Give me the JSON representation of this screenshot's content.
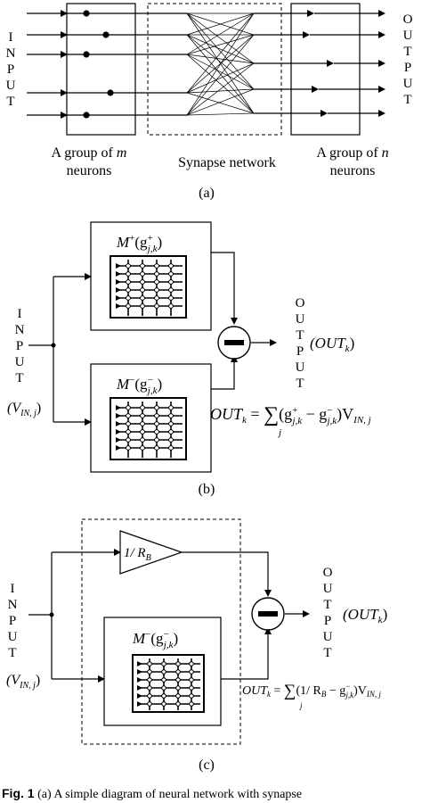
{
  "colors": {
    "line": "#000000",
    "background": "#ffffff"
  },
  "panel_a": {
    "input_letters": [
      "I",
      "N",
      "P",
      "U",
      "T"
    ],
    "output_letters": [
      "O",
      "U",
      "T",
      "P",
      "U",
      "T"
    ],
    "left_group_line1_pre": "A group of ",
    "left_group_line1_var": "m",
    "left_group_line2": "neurons",
    "middle_label": "Synapse network",
    "right_group_line1_pre": "A group of ",
    "right_group_line1_var": "n",
    "right_group_line2": "neurons",
    "label": "(a)"
  },
  "panel_b": {
    "top_box_label": "M⁺(g⁺j,k)",
    "top_box_M": "M",
    "top_box_sup": "+",
    "top_box_g": "(g",
    "top_box_g_sup": "+",
    "top_box_g_sub": "j,k",
    "top_box_close": ")",
    "bottom_box_M": "M",
    "bottom_box_sup": "−",
    "bottom_box_g": "(g",
    "bottom_box_g_sup": "−",
    "bottom_box_g_sub": "j,k",
    "bottom_box_close": ")",
    "input_letters": [
      "I",
      "N",
      "P",
      "U",
      "T"
    ],
    "input_var_open": "(V",
    "input_var_sub": "IN, j",
    "input_var_close": ")",
    "output_letters": [
      "O",
      "U",
      "T",
      "P",
      "U",
      "T"
    ],
    "output_var_open": "(OUT",
    "output_var_sub": "k",
    "output_var_close": ")",
    "equation": "OUTk = Σj (g⁺j,k − g⁻j,k) VIN,j",
    "eq_lhs": "OUT",
    "eq_lhs_sub": "k",
    "eq_equals": " = ",
    "eq_sigma": "∑",
    "eq_sigma_sub": "j",
    "eq_open": "(g",
    "eq_plus_sup": "+",
    "eq_jk1": "j,k",
    "eq_minus": " − g",
    "eq_minus_sup": "−",
    "eq_jk2": "j,k",
    "eq_close": ")V",
    "eq_vin_sub": "IN, j",
    "label": "(b)"
  },
  "panel_c": {
    "amp_label_pre": "1/ R",
    "amp_label_sub": "B",
    "bottom_box_M": "M",
    "bottom_box_sup": "−",
    "bottom_box_g": "(g",
    "bottom_box_g_sup": "−",
    "bottom_box_g_sub": "j,k",
    "bottom_box_close": ")",
    "input_letters": [
      "I",
      "N",
      "P",
      "U",
      "T"
    ],
    "input_var_open": "(V",
    "input_var_sub": "IN, j",
    "input_var_close": ")",
    "output_letters": [
      "O",
      "U",
      "T",
      "P",
      "U",
      "T"
    ],
    "output_var_open": "(OUT",
    "output_var_sub": "k",
    "output_var_close": ")",
    "eq_lhs": "OUT",
    "eq_lhs_sub": "k",
    "eq_equals": " = ",
    "eq_sigma": "∑",
    "eq_sigma_sub": "j",
    "eq_open": "(1/ R",
    "eq_rb_sub": "B",
    "eq_minus": " − g",
    "eq_minus_sup": "−",
    "eq_jk": "j,k",
    "eq_close": ")V",
    "eq_vin_sub": "IN, j",
    "label": "(c)"
  },
  "caption": {
    "bold": "Fig. 1",
    "text": " (a) A simple diagram of neural network with synapse"
  }
}
